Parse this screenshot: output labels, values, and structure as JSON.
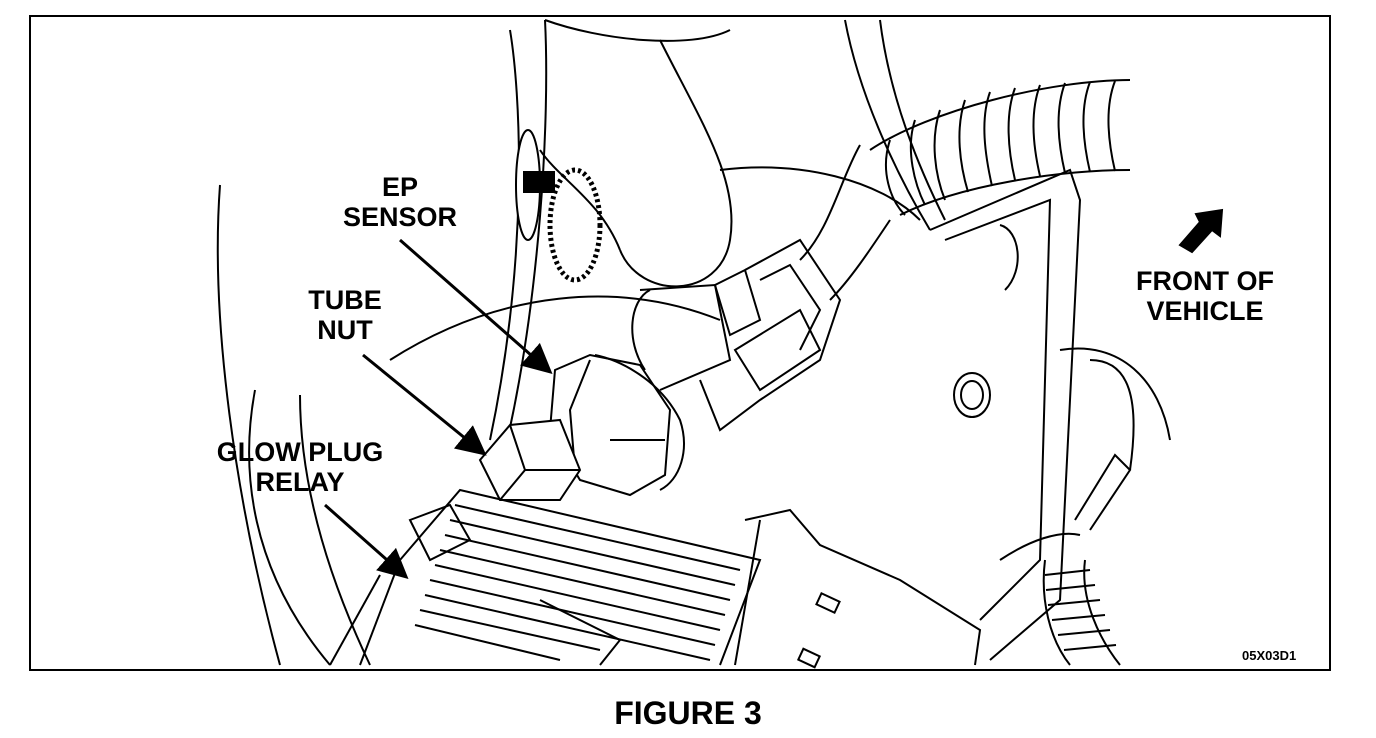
{
  "labels": {
    "ep_sensor": [
      "EP",
      "SENSOR"
    ],
    "tube_nut": [
      "TUBE",
      "NUT"
    ],
    "glow_plug_relay": [
      "GLOW PLUG",
      "RELAY"
    ],
    "front_of_vehicle": [
      "FRONT OF",
      "VEHICLE"
    ]
  },
  "figure_code": "05X03D1",
  "caption": "FIGURE 3"
}
